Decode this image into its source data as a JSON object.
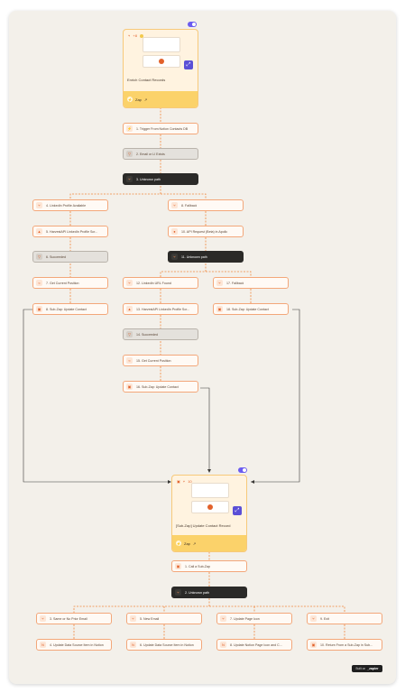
{
  "zap1": {
    "title": "Enrich Contact Records",
    "header_count": "+8",
    "footer_label": "Zap",
    "steps": [
      {
        "label": "1. Trigger From Notion Contacts DB",
        "icon": "trigger-icon",
        "glyph": "⚡"
      },
      {
        "label": "2. Email or LI Exists",
        "icon": "filter-icon",
        "glyph": "▽"
      },
      {
        "label": "3. Unknown path",
        "icon": "paths-icon",
        "glyph": "⑂"
      },
      {
        "label": "4. LinkedIn Profile Available",
        "icon": "paths-icon",
        "glyph": "⑂"
      },
      {
        "label": "8. Fallback",
        "icon": "paths-icon",
        "glyph": "⑂"
      },
      {
        "label": "5. HarvestAPI LinkedIn Profile Scr...",
        "icon": "harvestapi-icon",
        "glyph": "▲"
      },
      {
        "label": "10. API Request (Beta) in Apollo",
        "icon": "apollo-icon",
        "glyph": "●"
      },
      {
        "label": "6. Succeeded",
        "icon": "filter-icon",
        "glyph": "▽"
      },
      {
        "label": "11. Unknown path",
        "icon": "paths-icon",
        "glyph": "⑂"
      },
      {
        "label": "7. Get Current Position",
        "icon": "formatter-icon",
        "glyph": "≈"
      },
      {
        "label": "12. LinkedIn URL Found",
        "icon": "paths-icon",
        "glyph": "⑂"
      },
      {
        "label": "17. Fallback",
        "icon": "paths-icon",
        "glyph": "⑂"
      },
      {
        "label": "8. Sub-Zap: Update Contact",
        "icon": "subzap-icon",
        "glyph": "▣"
      },
      {
        "label": "13. HarvestAPI LinkedIn Profile Scr...",
        "icon": "harvestapi-icon",
        "glyph": "▲"
      },
      {
        "label": "18. Sub-Zap: Update Contact",
        "icon": "subzap-icon",
        "glyph": "▣"
      },
      {
        "label": "14. Succeeded",
        "icon": "filter-icon",
        "glyph": "▽"
      },
      {
        "label": "15. Get Current Position",
        "icon": "formatter-icon",
        "glyph": "≈"
      },
      {
        "label": "16. Sub-Zap: Update Contact",
        "icon": "subzap-icon",
        "glyph": "▣"
      }
    ]
  },
  "zap2": {
    "title": "[Sub-Zap] Update Contact Record",
    "header_count": "10",
    "footer_label": "Zap",
    "steps": [
      {
        "label": "1. Call a Sub-Zap",
        "icon": "subzap-icon",
        "glyph": "▣"
      },
      {
        "label": "2. Unknown path",
        "icon": "paths-icon",
        "glyph": "⑂"
      },
      {
        "label": "3. Same or No Prior Email",
        "icon": "paths-icon",
        "glyph": "⑂"
      },
      {
        "label": "5. New Email",
        "icon": "paths-icon",
        "glyph": "⑂"
      },
      {
        "label": "7. Update Page Icon",
        "icon": "paths-icon",
        "glyph": "⑂"
      },
      {
        "label": "9. Exit",
        "icon": "paths-icon",
        "glyph": "⑂"
      },
      {
        "label": "4. Update Data Source Item in Notion",
        "icon": "notion-icon",
        "glyph": "N"
      },
      {
        "label": "6. Update Data Source Item in Notion",
        "icon": "notion-icon",
        "glyph": "N"
      },
      {
        "label": "8. Update Notion Page Icon and C...",
        "icon": "notion-icon",
        "glyph": "N"
      },
      {
        "label": "10. Return From a Sub-Zap in Sub...",
        "icon": "subzap-icon",
        "glyph": "▣"
      }
    ]
  },
  "badge": {
    "built_on": "Built on",
    "brand": "_zapier"
  },
  "colors": {
    "canvas": "#f3f0ea",
    "wire": "#f0883e",
    "node_border": "#f3a77a",
    "accent": "#e2612b",
    "card_footer": "#fbd26a",
    "toggle": "#6b5cf0"
  }
}
